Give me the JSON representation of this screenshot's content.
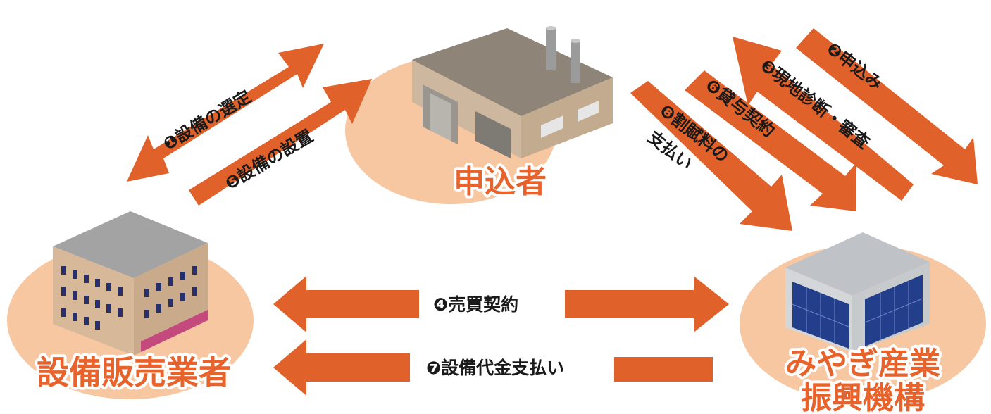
{
  "nodes": {
    "applicant": "申込者",
    "vendor": "設備販売業者",
    "agency_line1": "みやぎ産業",
    "agency_line2": "振興機構"
  },
  "steps": {
    "s1": "❶設備の選定",
    "s2": "❷申込み",
    "s3": "❸現地診断・審査",
    "s4": "❹売買契約",
    "s5": "❺設備の設置",
    "s6": "❻貸与契約",
    "s7": "❼設備代金支払い",
    "s8_line1": "❽割賦料の",
    "s8_line2": "支払い"
  },
  "colors": {
    "arrow": "#e0612a",
    "circle": "#f6c7a1",
    "text_orange": "#e8622b"
  }
}
